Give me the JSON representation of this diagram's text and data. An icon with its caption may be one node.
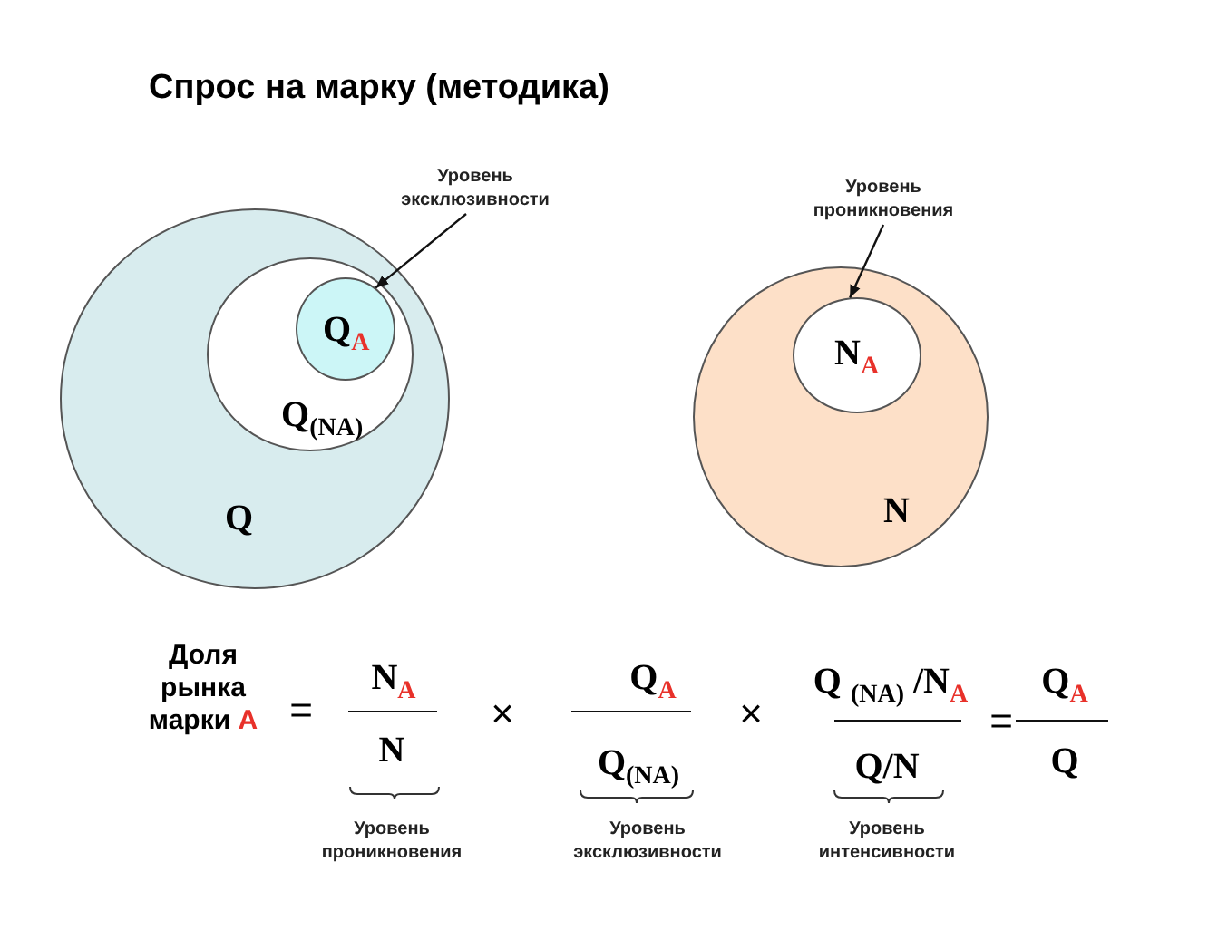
{
  "diagram": {
    "title": "Спрос на марку (методика)",
    "nodes": [
      {
        "text": [
          "Q"
        ]
      },
      {
        "text": [
          "Q$_{(NA)}$"
        ],
        "in": 0
      },
      {
        "text": [
          "Q$_{A}$"
        ],
        "in": 1
      },
      {
        "text": [
          "Уровень эксклюзивности"
        ]
      },
      {
        "text": [
          "N"
        ]
      },
      {
        "text": [
          "N$_{A}$"
        ],
        "in": 4
      },
      {
        "text": [
          "Уровень проникновения"
        ]
      }
    ],
    "edges": [
      {
        "from": 3,
        "to": 2,
        "arrow": "to"
      },
      {
        "from": 6,
        "to": 5,
        "arrow": "to"
      }
    ],
    "labels": [
      "Доля рынка марки A",
      "=",
      "N$_{A}$",
      "N",
      "×",
      "Q$_{A}$",
      "Q$_{(NA)}$",
      "×",
      "Q $_{(NA)}$ /N$_{A}$",
      "Q/N",
      "=",
      "Q$_{A}$",
      "Q",
      "Уровень проникновения",
      "Уровень эксклюзивности",
      "Уровень интенсивности"
    ]
  }
}
